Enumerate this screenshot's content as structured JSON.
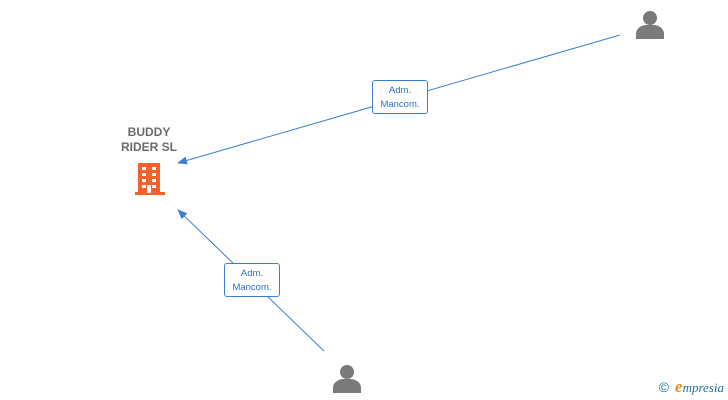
{
  "company": {
    "name": "BUDDY\nRIDER  SL",
    "icon": "building-icon",
    "color": "#f4622a"
  },
  "people": [
    {
      "icon": "person-icon",
      "color": "#7a7a7a"
    },
    {
      "icon": "person-icon",
      "color": "#7a7a7a"
    }
  ],
  "relations": [
    {
      "line1": "Adm.",
      "line2": "Mancom."
    },
    {
      "line1": "Adm.",
      "line2": "Mancom."
    }
  ],
  "edge_color": "#3b7fd0",
  "watermark": {
    "copyright": "©",
    "brand_initial": "e",
    "brand_rest": "mpresia"
  }
}
